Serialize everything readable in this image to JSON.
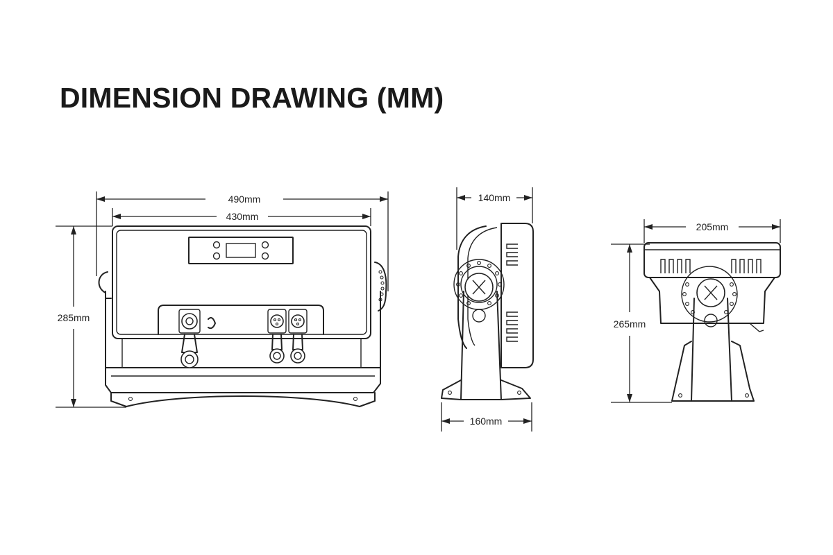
{
  "title": "DIMENSION DRAWING (MM)",
  "dimensions": {
    "front_overall_width": "490mm",
    "front_body_width": "430mm",
    "front_height": "285mm",
    "side_top_depth": "140mm",
    "side_base_depth": "160mm",
    "rear_width": "205mm",
    "rear_height": "265mm"
  }
}
